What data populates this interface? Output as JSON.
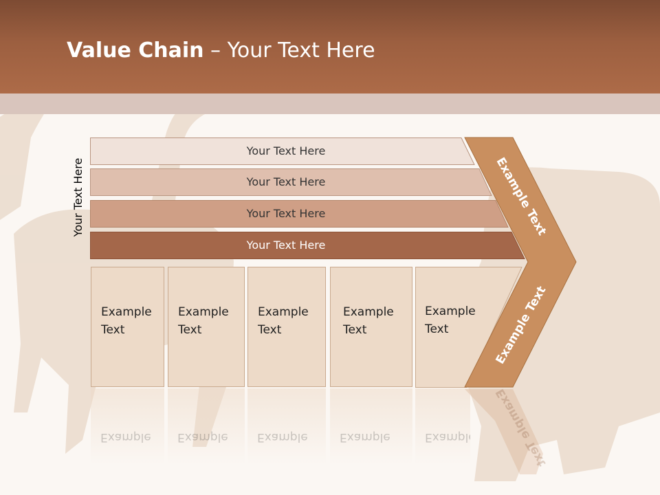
{
  "slide": {
    "title_bold": "Value Chain",
    "title_rest": " – Your Text Here",
    "side_label": "Your Text Here",
    "bars": [
      {
        "label": "Your Text Here"
      },
      {
        "label": "Your Text Here"
      },
      {
        "label": "Your Text Here"
      },
      {
        "label": "Your Text Here"
      }
    ],
    "boxes": [
      {
        "line1": "Example",
        "line2": "Text"
      },
      {
        "line1": "Example",
        "line2": "Text"
      },
      {
        "line1": "Example",
        "line2": "Text"
      },
      {
        "line1": "Example",
        "line2": "Text"
      },
      {
        "line1": "Example",
        "line2": "Text"
      }
    ],
    "chevron_top_text": "Example Text",
    "chevron_bottom_text": "Example Text",
    "colors": {
      "header": "#9c5f40",
      "bar1": "#f0e2da",
      "bar2": "#dfbfae",
      "bar3": "#cf9f86",
      "bar4": "#a4674a",
      "box": "#eddac8",
      "chevron": "#c98f5f"
    }
  }
}
